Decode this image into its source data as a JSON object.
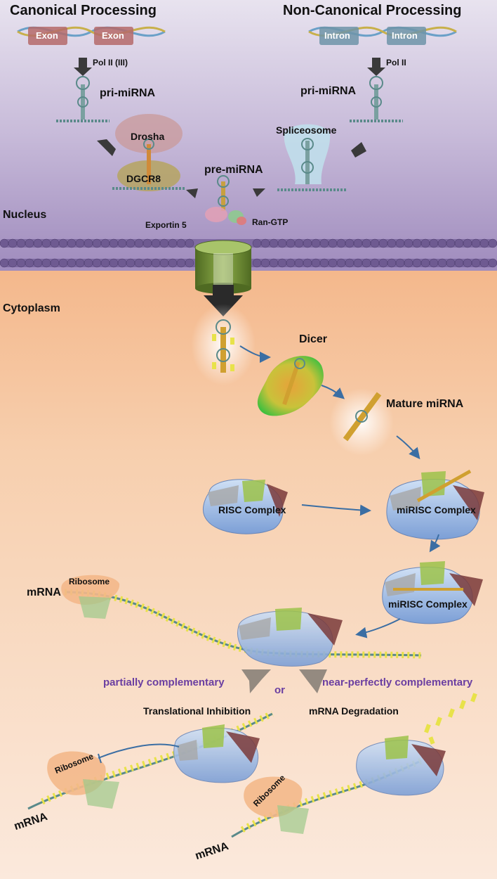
{
  "headings": {
    "canonical": "Canonical Processing",
    "non_canonical": "Non-Canonical Processing"
  },
  "gene_boxes": {
    "exon_1": "Exon",
    "exon_2": "Exon",
    "intron_1": "Intron",
    "intron_2": "Intron"
  },
  "polymerases": {
    "canonical": "Pol II (III)",
    "non_canonical": "Pol II"
  },
  "transcripts": {
    "pri_mirna_left": "pri-miRNA",
    "pri_mirna_right": "pri-miRNA",
    "pre_mirna": "pre-miRNA",
    "mature_mirna": "Mature miRNA"
  },
  "proteins": {
    "drosha": "Drosha",
    "dgcr8": "DGCR8",
    "spliceosome": "Spliceosome",
    "exportin": "Exportin 5",
    "ran_gtp": "Ran-GTP",
    "dicer": "Dicer",
    "risc": "RISC Complex",
    "mirisc_1": "miRISC Complex",
    "mirisc_2": "miRISC Complex",
    "ribosome_1": "Ribosome",
    "ribosome_2": "Ribosome",
    "ribosome_3": "Ribosome"
  },
  "compartments": {
    "nucleus": "Nucleus",
    "cytoplasm": "Cytoplasm"
  },
  "mrna_labels": {
    "mrna_1": "mRNA",
    "mrna_2": "mRNA",
    "mrna_3": "mRNA"
  },
  "outcomes": {
    "partial": "partially  complementary",
    "or": "or",
    "near_perfect": "near-perfectly  complementary",
    "translational_inhibition": "Translational Inhibition",
    "mrna_degradation": "mRNA Degradation"
  },
  "colors": {
    "nucleus_bg": "#b9a9cf",
    "cytoplasm_bg": "#f6c8a4",
    "membrane": "#6e5a91",
    "accent_purple": "#6a3ea1",
    "arrow_blue": "#3b6ea3"
  }
}
